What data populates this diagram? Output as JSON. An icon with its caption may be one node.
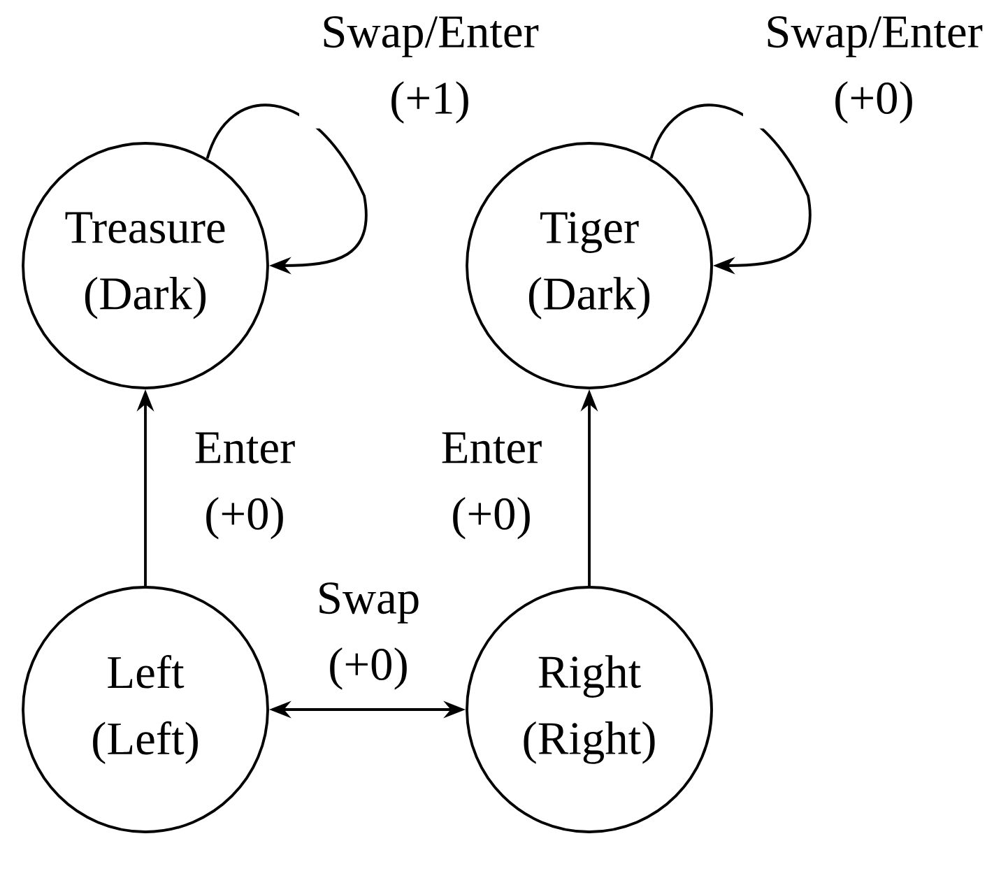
{
  "diagram": {
    "nodes": [
      {
        "text": [
          "Treasure (Dark)"
        ]
      },
      {
        "text": [
          "Tiger (Dark)"
        ]
      },
      {
        "text": [
          "Left (Left)"
        ]
      },
      {
        "text": [
          "Right (Right)"
        ]
      }
    ],
    "edges": [
      {
        "from": 0,
        "to": 0,
        "arrow": "to",
        "label": "Swap/Enter (+1)"
      },
      {
        "from": 1,
        "to": 1,
        "arrow": "to",
        "label": "Swap/Enter (+0)"
      },
      {
        "from": 2,
        "to": 0,
        "arrow": "to",
        "label": "Enter (+0)"
      },
      {
        "from": 3,
        "to": 1,
        "arrow": "to",
        "label": "Enter (+0)"
      },
      {
        "from": 2,
        "to": 3,
        "arrow": "both",
        "label": "Swap (+0)"
      }
    ]
  }
}
